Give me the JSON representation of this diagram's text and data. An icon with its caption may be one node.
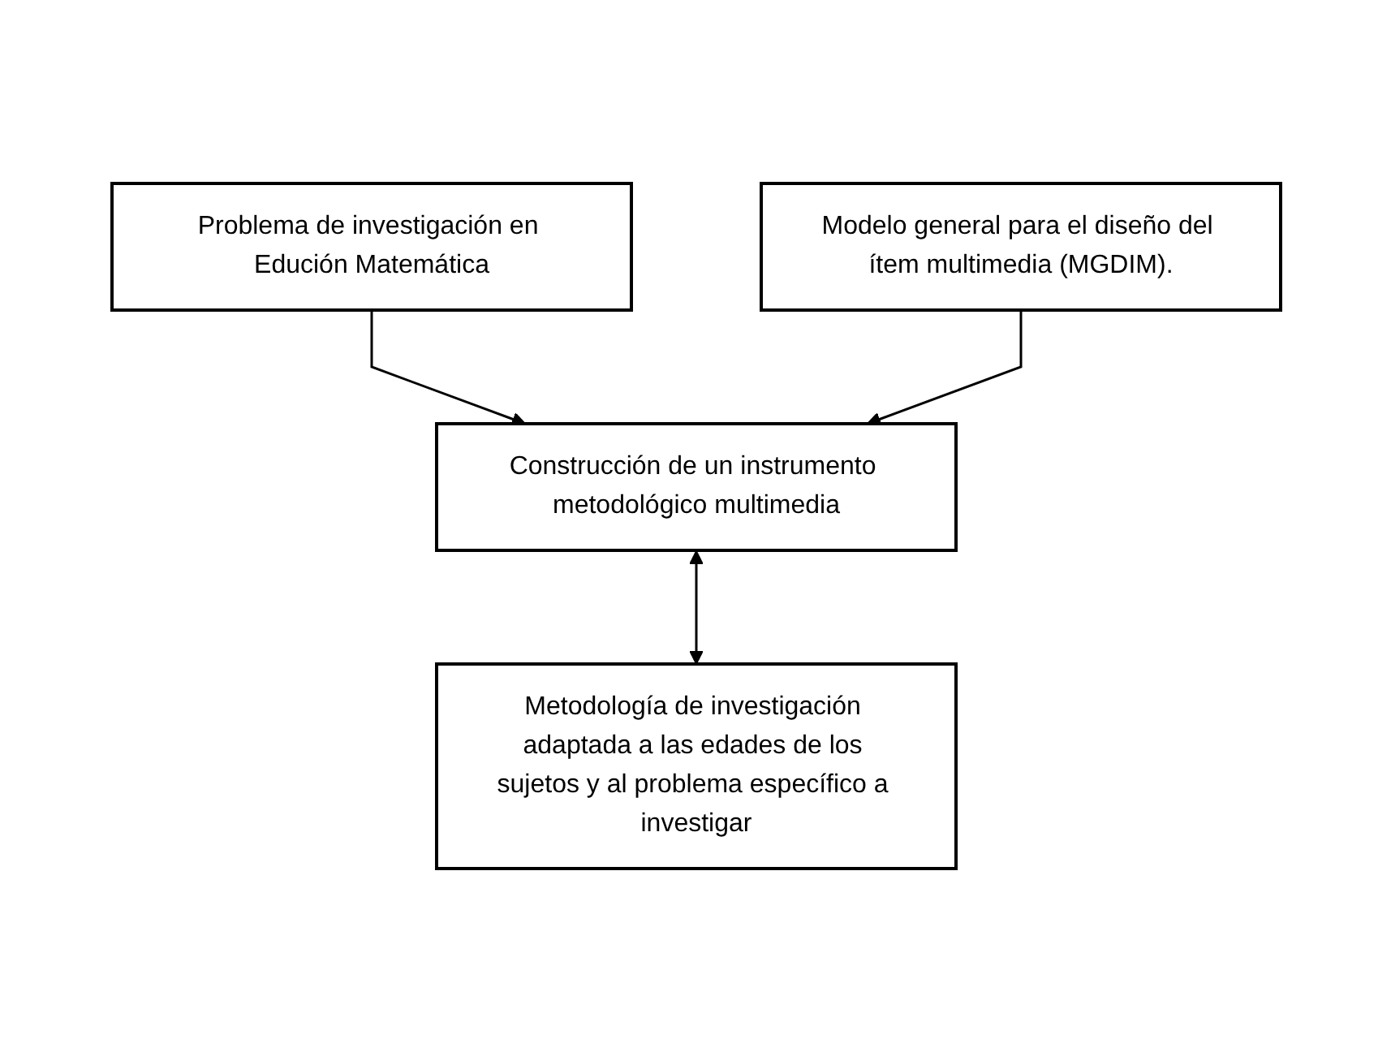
{
  "diagram": {
    "nodes": [
      {
        "text": [
          "Problema de investigación en Edución Matemática"
        ]
      },
      {
        "text": [
          "Modelo general para el diseño del ítem multimedia (MGDIM)."
        ]
      },
      {
        "text": [
          "Construcción de un instrumento metodológico multimedia"
        ]
      },
      {
        "text": [
          "Metodología de investigación adaptada a las edades de los sujetos y al problema específico a investigar"
        ]
      }
    ],
    "edges": [
      {
        "from": 0,
        "to": 2,
        "arrow": "to"
      },
      {
        "from": 1,
        "to": 2,
        "arrow": "to"
      },
      {
        "from": 2,
        "to": 3,
        "arrow": "both"
      }
    ]
  }
}
